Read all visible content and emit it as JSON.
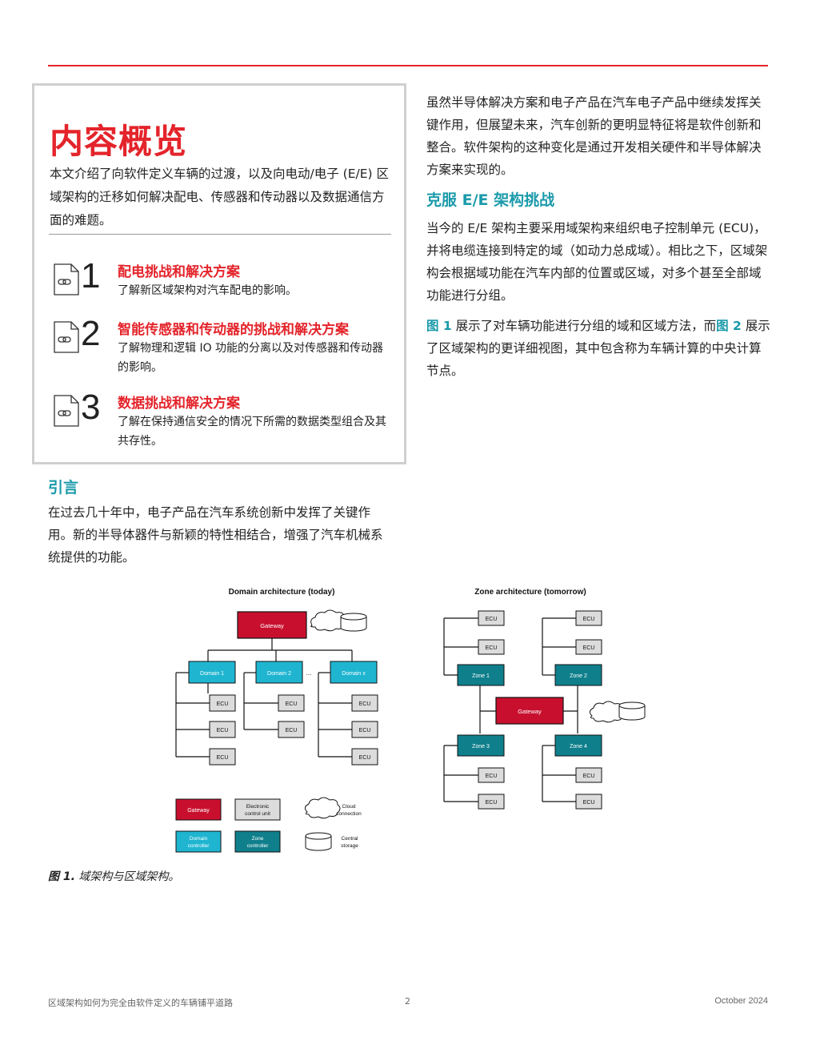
{
  "overview": {
    "title": "内容概览",
    "intro": "本文介绍了向软件定义车辆的过渡，以及向电动/电子 (E/E) 区域架构的迁移如何解决配电、传感器和传动器以及数据通信方面的难题。",
    "items": [
      {
        "number": "1",
        "title": "配电挑战和解决方案",
        "desc": "了解新区域架构对汽车配电的影响。"
      },
      {
        "number": "2",
        "title": "智能传感器和传动器的挑战和解决方案",
        "desc": "了解物理和逻辑 IO 功能的分离以及对传感器和传动器的影响。"
      },
      {
        "number": "3",
        "title": "数据挑战和解决方案",
        "desc": "了解在保持通信安全的情况下所需的数据类型组合及其共存性。"
      }
    ]
  },
  "intro_section": {
    "heading": "引言",
    "para": "在过去几十年中，电子产品在汽车系统创新中发挥了关键作用。新的半导体器件与新颖的特性相结合，增强了汽车机械系统提供的功能。"
  },
  "right_column": {
    "para1": "虽然半导体解决方案和电子产品在汽车电子产品中继续发挥关键作用，但展望未来，汽车创新的更明显特征将是软件创新和整合。软件架构的这种变化是通过开发相关硬件和半导体解决方案来实现的。",
    "heading": "克服 E/E 架构挑战",
    "para2": "当今的 E/E 架构主要采用域架构来组织电子控制单元 (ECU)，并将电缆连接到特定的域（如动力总成域）。相比之下，区域架构会根据域功能在汽车内部的位置或区域，对多个甚至全部域功能进行分组。",
    "para3_ref1": "图 1",
    "para3_mid": " 展示了对车辆功能进行分组的域和区域方法，而",
    "para3_ref2": "图 2",
    "para3_end": " 展示了区域架构的更详细视图，其中包含称为车辆计算的中央计算节点。"
  },
  "figure": {
    "domain_title": "Domain architecture (today)",
    "zone_title": "Zone architecture (tomorrow)",
    "gateway": "Gateway",
    "domain1": "Domain 1",
    "domain2": "Domain 2",
    "domainx": "Domain x",
    "ellipsis": "...",
    "ecu": "ECU",
    "zone1": "Zone 1",
    "zone2": "Zone 2",
    "zone3": "Zone 3",
    "zone4": "Zone 4",
    "legend_gateway": "Gateway",
    "legend_ecu_l1": "Electronic",
    "legend_ecu_l2": "control unit",
    "legend_cloud_l1": "Cloud",
    "legend_cloud_l2": "connection",
    "legend_domain_l1": "Domain",
    "legend_domain_l2": "controller",
    "legend_zone_l1": "Zone",
    "legend_zone_l2": "controller",
    "legend_storage_l1": "Central",
    "legend_storage_l2": "storage",
    "colors": {
      "gateway": "#c8102e",
      "domain": "#1fb5d1",
      "zone": "#0f7f8c",
      "ecu": "#dcdcdc"
    }
  },
  "caption": {
    "label": "图 1.",
    "text": " 域架构与区域架构。"
  },
  "footer": {
    "left": "区域架构如何为完全由软件定义的车辆铺平道路",
    "page": "2",
    "date": "October 2024"
  }
}
